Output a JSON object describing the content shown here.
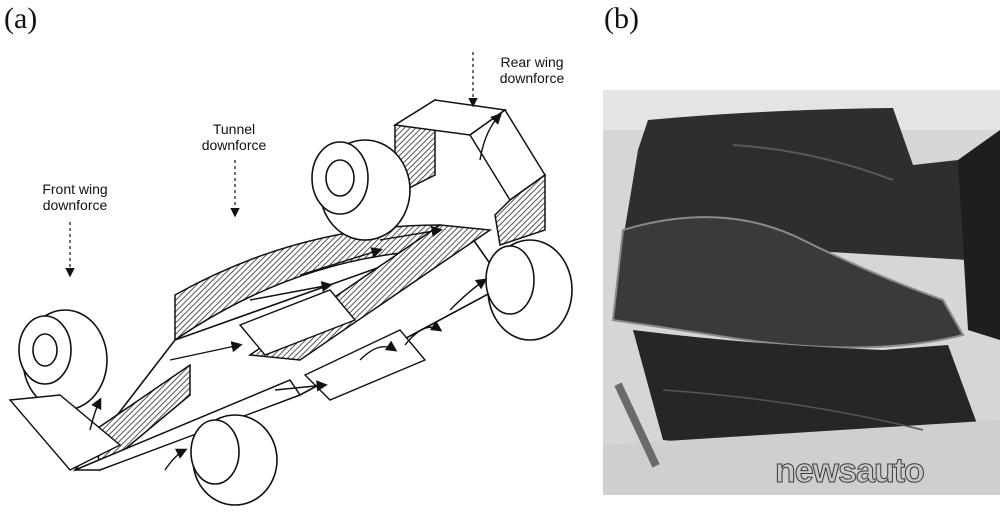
{
  "panels": {
    "a": {
      "label": "(a)",
      "annotations": {
        "front_wing": [
          "Front wing",
          "downforce"
        ],
        "tunnel": [
          "Tunnel",
          "downforce"
        ],
        "rear_wing": [
          "Rear wing",
          "downforce"
        ]
      }
    },
    "b": {
      "label": "(b)"
    }
  },
  "watermark": "newsauto",
  "colors": {
    "ink": "#111111",
    "hatch": "#6a6a6a",
    "photo_dark": "#2b2b2b",
    "photo_bg": "#d6d6d6"
  }
}
